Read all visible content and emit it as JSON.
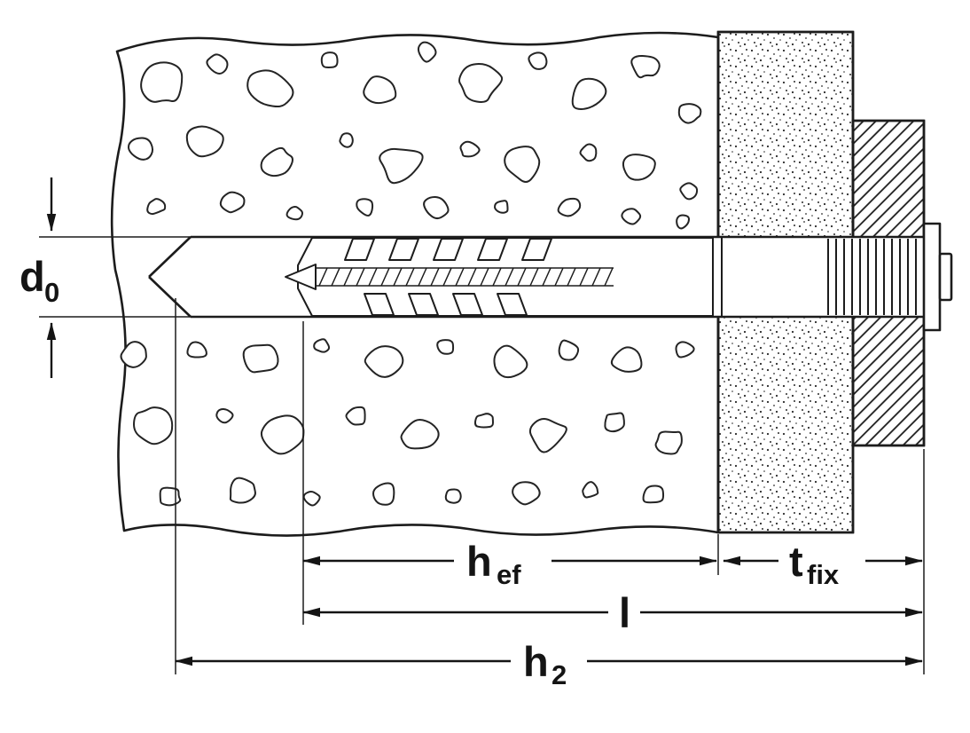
{
  "diagram": {
    "labels": {
      "d0": {
        "main": "d",
        "sub": "0"
      },
      "hef": {
        "main": "h",
        "sub": "ef"
      },
      "l": {
        "main": "l",
        "sub": ""
      },
      "h2": {
        "main": "h",
        "sub": "2"
      },
      "tfix": {
        "main": "t",
        "sub": "fix"
      }
    },
    "colors": {
      "line": "#1c1c1c",
      "background": "#ffffff"
    }
  }
}
